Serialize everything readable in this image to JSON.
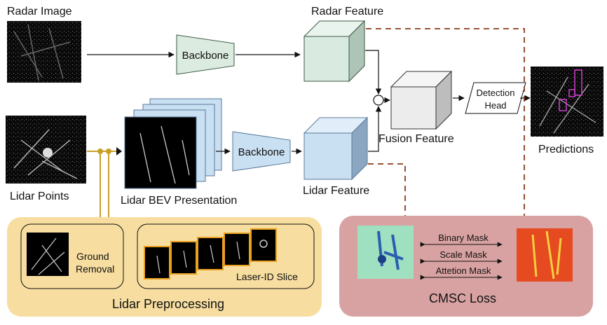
{
  "labels": {
    "radar_image": "Radar Image",
    "radar_feature": "Radar Feature",
    "lidar_points": "Lidar Points",
    "lidar_bev": "Lidar BEV Presentation",
    "lidar_feature": "Lidar Feature",
    "fusion_feature": "Fusion Feature",
    "predictions": "Predictions",
    "backbone_top": "Backbone",
    "backbone_bottom": "Backbone",
    "detection_head_line1": "Detection",
    "detection_head_line2": "Head",
    "ground_removal_line1": "Ground",
    "ground_removal_line2": "Removal",
    "laser_id_slice": "Laser-ID Slice",
    "lidar_preprocessing": "Lidar Preprocessing",
    "binary_mask": "Binary Mask",
    "scale_mask": "Scale Mask",
    "attention_mask": "Attetion Mask",
    "cmsc_loss": "CMSC Loss"
  },
  "colors": {
    "radar_cube": "#d9ebe1",
    "lidar_cube": "#c9dff2",
    "fusion_cube": "#ececec",
    "backbone_fill": "#dcebe0",
    "backbone_fill_lidar": "#c9dff2",
    "preprocess_panel": "#f7deA0",
    "cmsc_panel": "#d9a2a2",
    "connector": "#c8a028",
    "dashed_line": "#8b3a1a"
  }
}
